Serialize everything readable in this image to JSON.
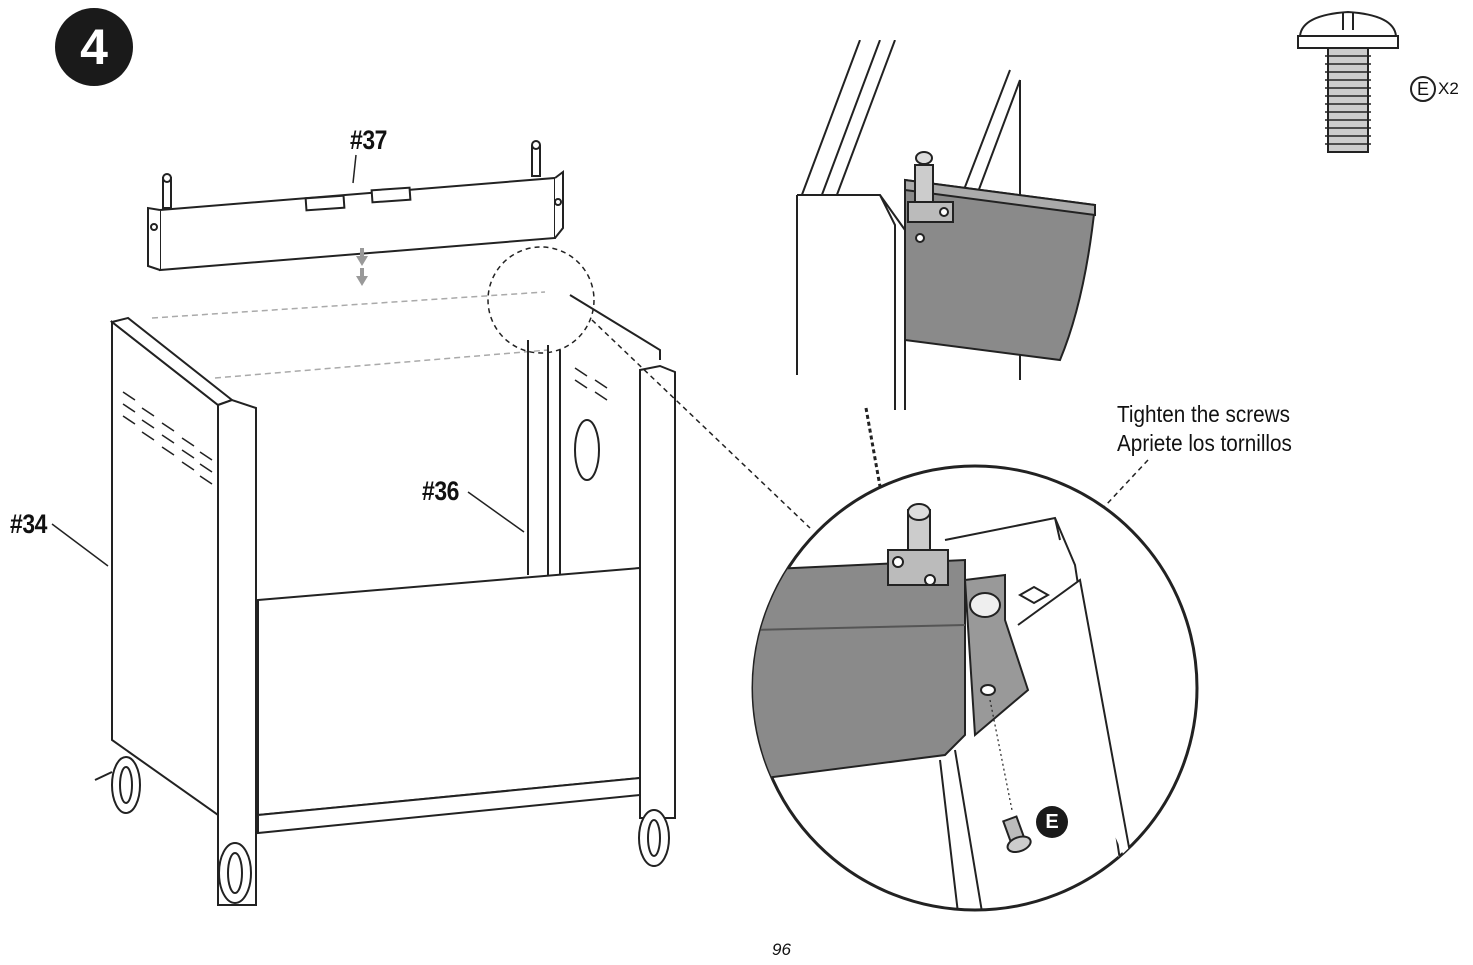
{
  "step": {
    "number": "4"
  },
  "parts": {
    "p37": "#37",
    "p36": "#36",
    "p34": "#34"
  },
  "hardware": {
    "letter": "E",
    "quantity": "X2"
  },
  "instruction": {
    "english": "Tighten the screws",
    "spanish": "Apriete los tornillos"
  },
  "detail_badge": "E",
  "page_number": "96"
}
